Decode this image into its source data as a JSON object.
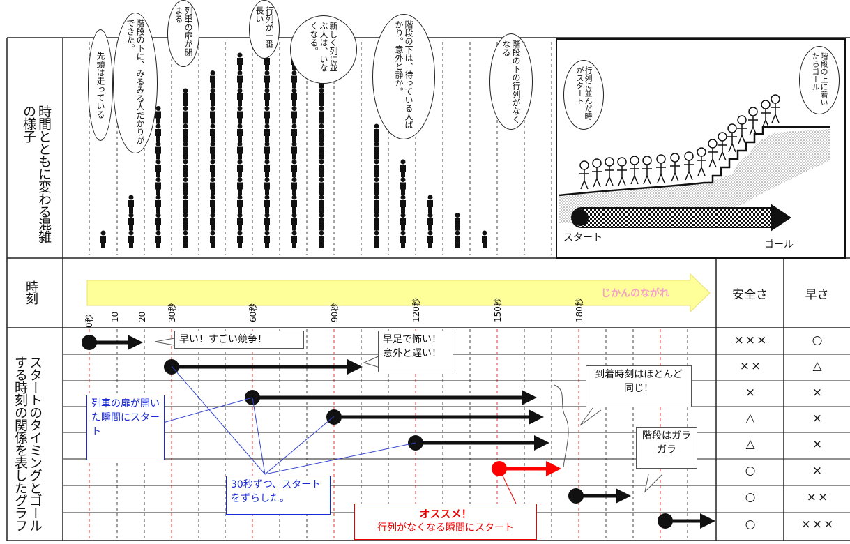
{
  "left_labels": {
    "congestion": "時間とともに変わる混雑の様子",
    "time": "時刻",
    "graph": "スタートのタイミングとゴールする時刻の関係を表したグラフ"
  },
  "bubbles": [
    "先頭は走っている",
    "階段の下に、みるみる人だかりができた。",
    "列車の扉が閉まる",
    "行列が一番長い",
    "新しく列に並ぶ人は、いなくなる。",
    "階段の下は、待っている人ばかり。意外と静か。",
    "階段の下の行列がなくなる"
  ],
  "stairs_panel": {
    "bubble_left": "行列に並んだ時がスタート",
    "bubble_right": "階段の上に着いたらゴール",
    "start": "スタート",
    "goal": "ゴール"
  },
  "timeline": {
    "flow_label": "じかんのながれ",
    "ticks": [
      "0秒",
      "10",
      "20",
      "30",
      "秒",
      "60",
      "秒",
      "90",
      "秒",
      "120",
      "秒",
      "150",
      "秒",
      "180",
      "秒"
    ],
    "tick_labels": [
      "0秒",
      "10",
      "20",
      "30秒",
      "60秒",
      "90秒",
      "120秒",
      "150秒",
      "180秒"
    ]
  },
  "headers": {
    "safety": "安全さ",
    "speed": "早さ"
  },
  "rows": [
    {
      "safety": "×××",
      "speed": "○"
    },
    {
      "safety": "××",
      "speed": "△"
    },
    {
      "safety": "×",
      "speed": "×"
    },
    {
      "safety": "△",
      "speed": "×"
    },
    {
      "safety": "△",
      "speed": "×"
    },
    {
      "safety": "○",
      "speed": "×"
    },
    {
      "safety": "○",
      "speed": "××"
    },
    {
      "safety": "○",
      "speed": "×××"
    }
  ],
  "callouts": {
    "fast": "早い！すごい競争！",
    "scary": "早足で怖い！意外と遅い！",
    "arrival": "到着時刻はほとんど同じ！",
    "stairs": "階段はガラガラ",
    "door": "列車の扉が開いた瞬間にスタート",
    "shift": "30秒ずつ、スタートをずらした。",
    "recommend_title": "オススメ！",
    "recommend_text": "行列がなくなる瞬間にスタート"
  },
  "counts": {
    "queue": [
      1,
      3,
      8,
      9,
      10,
      11,
      12,
      11,
      10,
      7,
      5,
      3,
      2,
      1
    ]
  },
  "colors": {
    "arrow": "#111111",
    "recommend": "#ff0000",
    "flow": "#ffff99",
    "note_blue": "#1a2bd6"
  }
}
